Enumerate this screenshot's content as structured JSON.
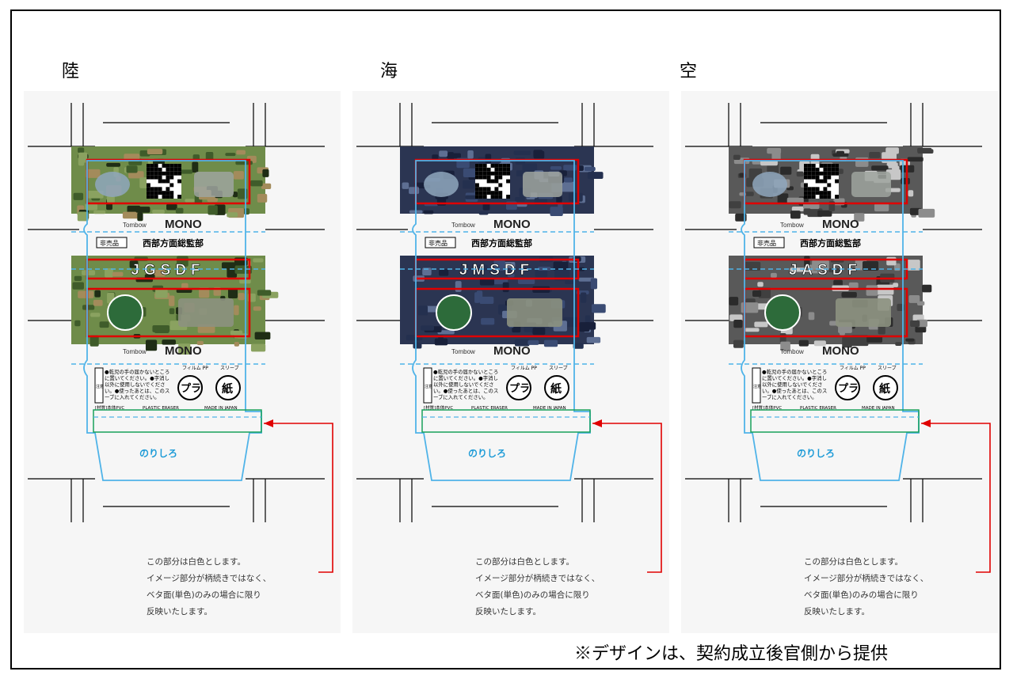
{
  "panels": [
    {
      "heading": "陸",
      "branch": "JGSDF",
      "colors": {
        "base": "#6f8c4a",
        "spots": [
          "#3f5c2a",
          "#a38b5b",
          "#1f2d15",
          "#8aa260"
        ]
      },
      "qr_top": true
    },
    {
      "heading": "海",
      "branch": "JMSDF",
      "colors": {
        "base": "#2b3552",
        "spots": [
          "#3a4b73",
          "#18203a",
          "#5e6f93",
          "#24304f"
        ]
      },
      "qr_top": true
    },
    {
      "heading": "空",
      "branch": "JASDF",
      "colors": {
        "base": "#595959",
        "spots": [
          "#2b2b2b",
          "#8c8c8c",
          "#c7c7c7",
          "#404040"
        ]
      },
      "qr_top": true
    }
  ],
  "common": {
    "brand_small": "Tombow",
    "brand_mono": "MONO",
    "not_for_sale": "非売品",
    "office": "西部方面総監部",
    "caution_title": "注意",
    "caution_text": [
      "●乾児の手の届かないところ",
      "に置いてください。●字消し",
      "以外に使用しないでくださ",
      "い。●使ったあとは、このス",
      "ーブに入れてください。"
    ],
    "material": "[材質]本体PVC",
    "plastic_eraser": "PLASTIC ERASER",
    "made_in": "MADE IN JAPAN",
    "film_label": "フィルム PP",
    "sleeve_label": "スリーブ",
    "mark_pla": "プラ",
    "mark_paper": "紙",
    "glue_label": "のりしろ",
    "note_lines": [
      "この部分は白色とします。",
      "イメージ部分が柄続きではなく、",
      "ベタ面(単色)のみの場合に限り",
      "反映いたします。"
    ]
  },
  "footer": "※デザインは、契約成立後官側から提供"
}
